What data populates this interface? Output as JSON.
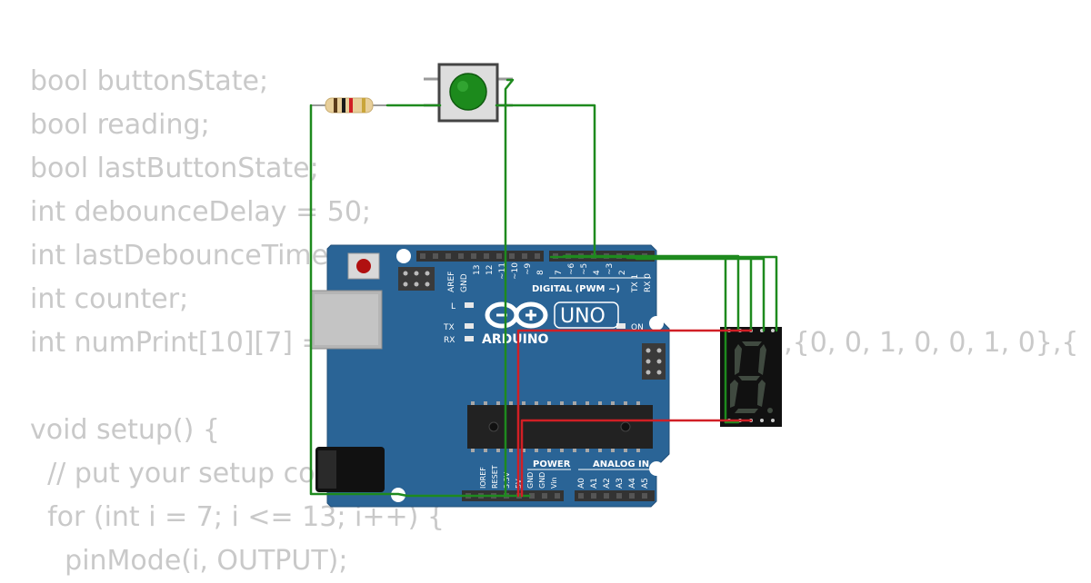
{
  "code_lines": [
    "bool buttonState;",
    "bool reading;",
    "bool lastButtonState;",
    "int debounceDelay = 50;",
    "int lastDebounceTime",
    "int counter;",
    "int numPrint[10][7] =                                   , 1,         1},{0, 0, 1, 0, 0, 1, 0},{",
    "",
    "void setup() {",
    "  // put your setup co",
    "  for (int i = 7; i <= 13; i++) {",
    "    pinMode(i, OUTPUT);"
  ],
  "board": {
    "logo": "ARDUINO",
    "model": "UNO",
    "labels": {
      "digital": "DIGITAL (PWM ~)",
      "power": "POWER",
      "analog": "ANALOG IN",
      "on": "ON",
      "tx": "TX",
      "rx": "RX",
      "l": "L"
    },
    "digital_pins": [
      "AREF",
      "GND",
      "13",
      "12",
      "~11",
      "~10",
      "~9",
      "8",
      "7",
      "~6",
      "~5",
      "4",
      "~3",
      "2",
      "TX 1",
      "RX 0"
    ],
    "power_pins": [
      "IOREF",
      "RESET",
      "3.3V",
      "5V",
      "GND",
      "GND",
      "Vin"
    ],
    "analog_pins": [
      "A0",
      "A1",
      "A2",
      "A3",
      "A4",
      "A5"
    ]
  },
  "colors": {
    "board": "#2a6496",
    "wire_green": "#1e8a1e",
    "wire_red": "#d11f25",
    "code_text": "#c9c9c9",
    "button_cap": "#1c8a1c"
  }
}
